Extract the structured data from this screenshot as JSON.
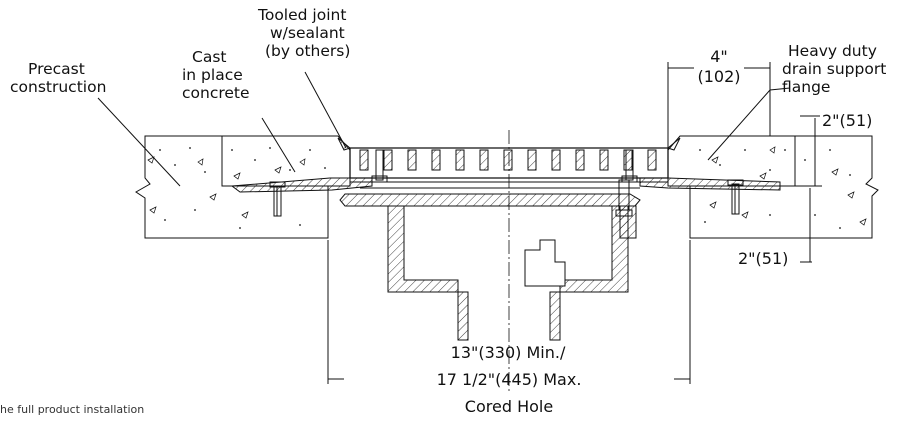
{
  "labels": {
    "precast": [
      "Precast",
      "construction"
    ],
    "cast_in_place": [
      "Cast",
      "in place",
      "concrete"
    ],
    "tooled_joint": [
      "Tooled joint",
      "w/sealant",
      "(by others)"
    ],
    "heavy_duty": [
      "Heavy duty",
      "drain support",
      "flange"
    ]
  },
  "dimensions": {
    "top_width": [
      "4\"",
      "(102)"
    ],
    "thickness_top": "2\"(51)",
    "thickness_bottom": "2\"(51)",
    "cored_hole": [
      "13\"(330) Min./",
      "17 1/2\"(445) Max.",
      "Cored Hole"
    ]
  },
  "footnote": "he full product installation"
}
